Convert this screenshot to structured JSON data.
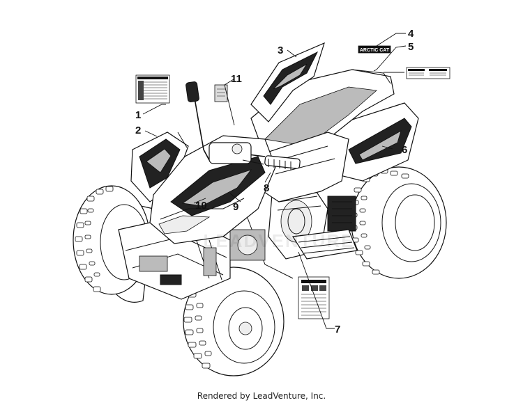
{
  "diagram": {
    "callouts": [
      {
        "id": "1",
        "label": "1"
      },
      {
        "id": "2",
        "label": "2"
      },
      {
        "id": "3",
        "label": "3"
      },
      {
        "id": "4",
        "label": "4"
      },
      {
        "id": "5",
        "label": "5"
      },
      {
        "id": "6",
        "label": "6"
      },
      {
        "id": "7",
        "label": "7"
      },
      {
        "id": "8",
        "label": "8"
      },
      {
        "id": "9",
        "label": "9"
      },
      {
        "id": "10",
        "label": "10"
      },
      {
        "id": "11",
        "label": "11"
      }
    ],
    "decal_4_text": "ARCTIC CAT",
    "watermark": "LEADVENTURE"
  },
  "footer": {
    "text": "Rendered by LeadVenture, Inc."
  }
}
